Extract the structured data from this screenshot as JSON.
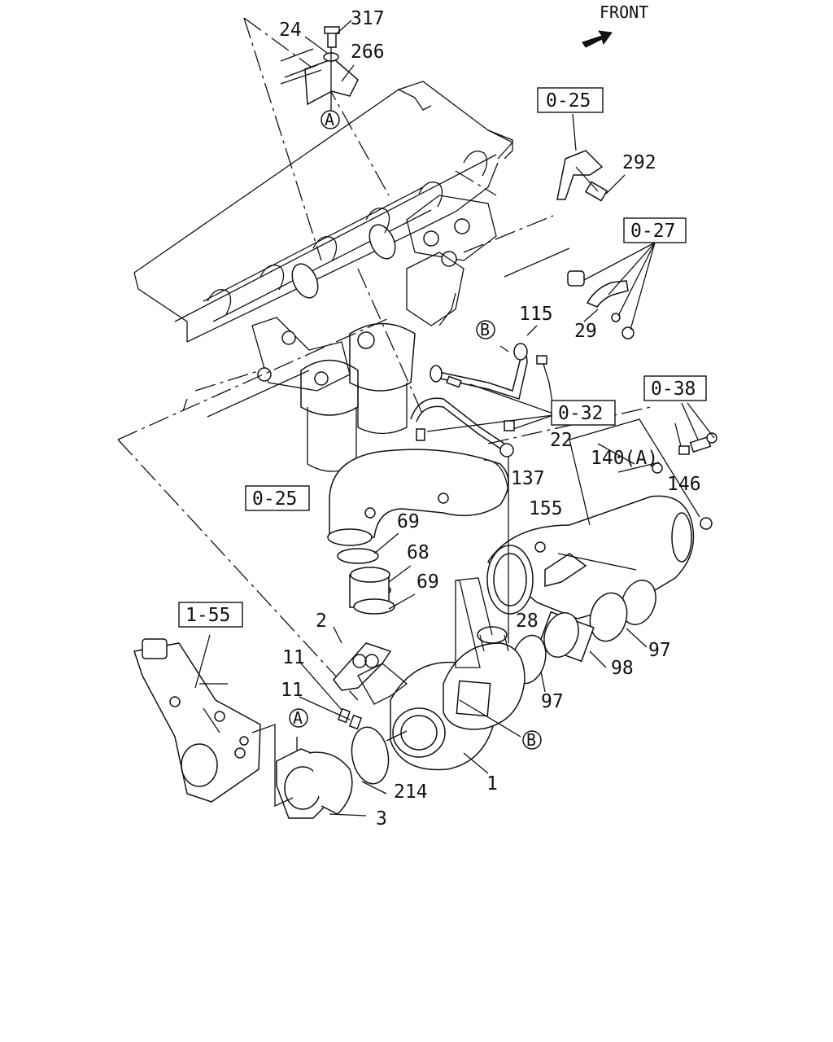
{
  "diagram": {
    "front_label": "FRONT",
    "part_numbers": {
      "p317": "317",
      "p24": "24",
      "p266": "266",
      "p292": "292",
      "p29": "29",
      "p115": "115",
      "p22": "22",
      "p140a": "140(A)",
      "p146": "146",
      "p137": "137",
      "p69a": "69",
      "p68": "68",
      "p69b": "69",
      "p155": "155",
      "p2": "2",
      "p28": "28",
      "p97a": "97",
      "p98": "98",
      "p97b": "97",
      "p11a": "11",
      "p11b": "11",
      "p214": "214",
      "p1": "1",
      "p3": "3"
    },
    "section_refs": {
      "r025_top": "0-25",
      "r027": "0-27",
      "r038": "0-38",
      "r032": "0-32",
      "r025_mid": "0-25",
      "r155": "1-55"
    },
    "circle_markers": {
      "a_top": "A",
      "b_mid": "B",
      "b_low": "B",
      "a_low": "A"
    }
  }
}
